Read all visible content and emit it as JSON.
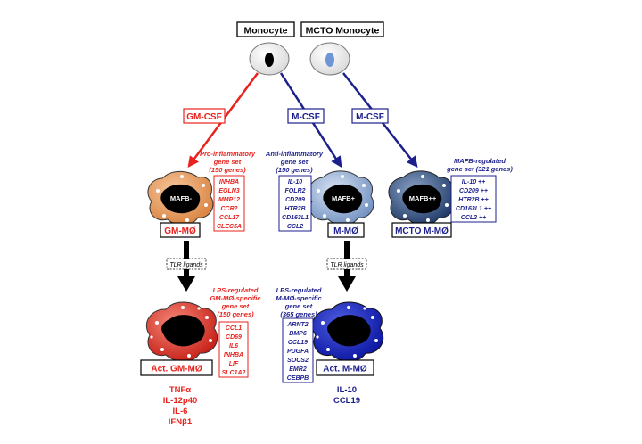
{
  "colors": {
    "red": "#e8231e",
    "blue": "#1c1f8c",
    "black": "#000000"
  },
  "headers": {
    "monocyte": "Monocyte",
    "mcto_monocyte": "MCTO Monocyte"
  },
  "cytokine_labels": {
    "gm_csf": "GM-CSF",
    "m_csf_left": "M-CSF",
    "m_csf_right": "M-CSF"
  },
  "macrophages": {
    "gm": {
      "name": "GM-MØ",
      "nucleus_label": "MAFB-",
      "gene_set_title": [
        "Pro-inflammatory",
        "gene set",
        "(150 genes)"
      ],
      "genes": [
        "INHBA",
        "EGLN3",
        "MMP12",
        "CCR2",
        "CCL17",
        "CLEC5A"
      ]
    },
    "m": {
      "name": "M-MØ",
      "nucleus_label": "MAFB+",
      "gene_set_title": [
        "Anti-inflammatory",
        "gene set",
        "(150 genes)"
      ],
      "genes": [
        "IL-10",
        "FOLR2",
        "CD209",
        "HTR2B",
        "CD163L1",
        "CCL2"
      ]
    },
    "mcto": {
      "name": "MCTO M-MØ",
      "nucleus_label": "MAFB++",
      "gene_set_title": [
        "MAFB-regulated",
        "gene set (321 genes)"
      ],
      "genes": [
        "IL-10 ++",
        "CD209 ++",
        "HTR2B ++",
        "CD163L1 ++",
        "CCL2 ++"
      ]
    }
  },
  "tlr_ligands": {
    "left": "TLR ligands",
    "right": "TLR ligands"
  },
  "activated": {
    "gm": {
      "name": "Act. GM-MØ",
      "gene_set_title": [
        "LPS-regulated",
        "GM-MØ-specific",
        "gene set",
        "(150 genes)"
      ],
      "genes": [
        "CCL1",
        "CD69",
        "IL6",
        "INHBA",
        "LIF",
        "SLC1A2"
      ],
      "outputs": [
        "TNFα",
        "IL-12p40",
        "IL-6",
        "IFNβ1"
      ]
    },
    "m": {
      "name": "Act. M-MØ",
      "gene_set_title": [
        "LPS-regulated",
        "M-MØ-specific",
        "gene set",
        "(365 genes)"
      ],
      "genes": [
        "ARNT2",
        "BMP6",
        "CCL19",
        "PDGFA",
        "SOCS2",
        "EMR2",
        "CEBPB"
      ],
      "outputs": [
        "IL-10",
        "CCL19"
      ]
    }
  }
}
